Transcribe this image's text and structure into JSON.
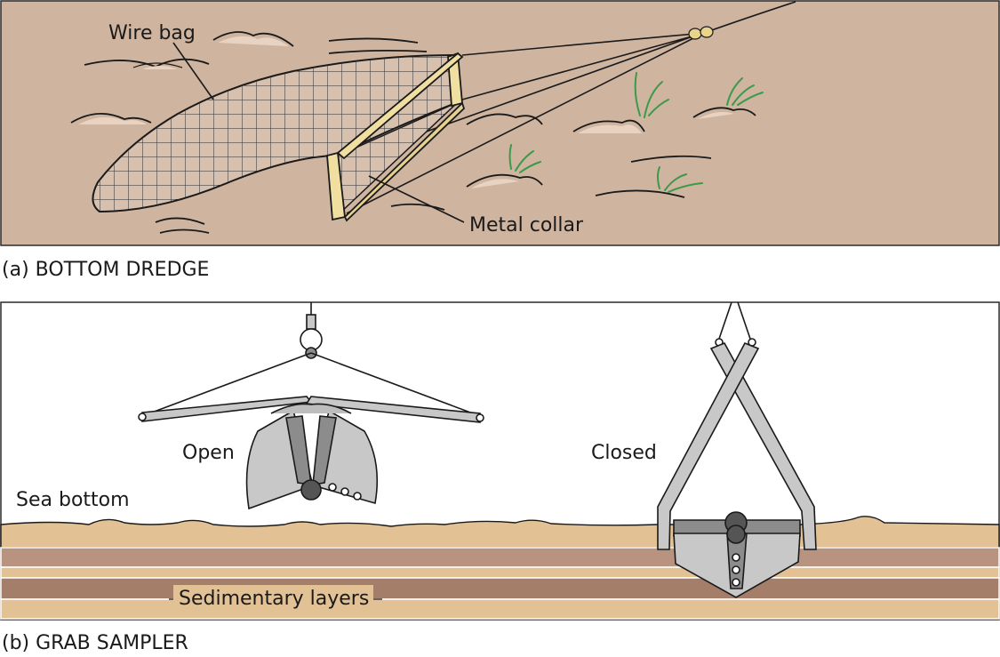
{
  "panel_a": {
    "caption": "(a) BOTTOM DREDGE",
    "labels": {
      "wire_bag": "Wire bag",
      "metal_collar": "Metal collar"
    }
  },
  "panel_b": {
    "caption": "(b) GRAB SAMPLER",
    "labels": {
      "open": "Open",
      "closed": "Closed",
      "sea_bottom": "Sea bottom",
      "sedimentary_layers": "Sedimentary layers"
    }
  },
  "colors": {
    "seafloor": "#cfb4a0",
    "frame": "#f0dfa0",
    "grass": "#3a9a4a",
    "metal": "#c8c8c8",
    "metal_dark": "#8c8c8c",
    "sand": "#e2c295",
    "layer_mid": "#b89480",
    "layer_dark": "#a47e68",
    "outline": "#1a1a1a"
  }
}
